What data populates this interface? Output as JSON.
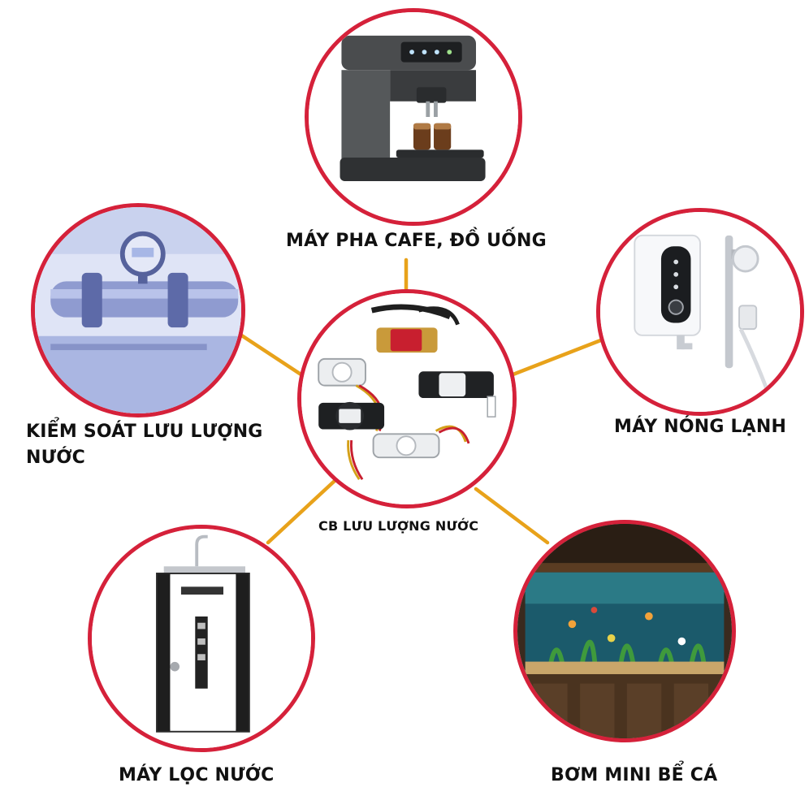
{
  "colors": {
    "ring": "#d5213a",
    "connector": "#e8a21a",
    "text": "#111111"
  },
  "center": {
    "label": "CB LƯU LƯỢNG NƯỚC",
    "icon": "water-flow-sensors"
  },
  "nodes": [
    {
      "id": "coffee",
      "label": "MÁY PHA CAFE, ĐỒ UỐNG",
      "icon": "coffee-machine"
    },
    {
      "id": "flow",
      "label_lines": [
        "KIỂM SOÁT LƯU LƯỢNG",
        "NƯỚC"
      ],
      "icon": "industrial-flow-meter"
    },
    {
      "id": "heater",
      "label": "MÁY NÓNG LẠNH",
      "icon": "water-heater"
    },
    {
      "id": "purifier",
      "label": "MÁY LỌC NƯỚC",
      "icon": "water-purifier"
    },
    {
      "id": "aquarium",
      "label": "BƠM MINI BỂ CÁ",
      "icon": "aquarium"
    }
  ]
}
